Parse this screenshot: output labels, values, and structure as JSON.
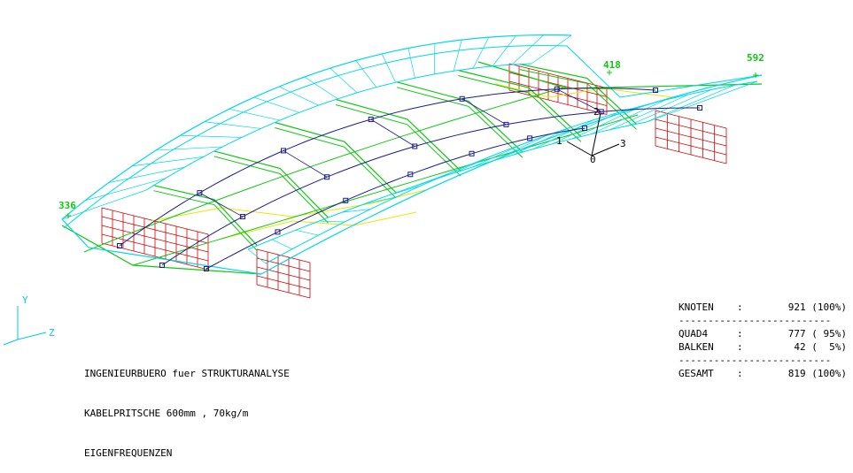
{
  "colors": {
    "shell": "#00d8e8",
    "frame": "#10c810",
    "support": "#d00000",
    "cable": "#1c1c90",
    "yellow": "#e8e800",
    "node_label": "#10c810",
    "axis": "#00c8e8",
    "text": "#000000"
  },
  "node_labels": [
    {
      "id": "node-336",
      "text": "336"
    },
    {
      "id": "node-418",
      "text": "418"
    },
    {
      "id": "node-592",
      "text": "592"
    }
  ],
  "local_axes": {
    "origin": "0",
    "a1": "1",
    "a2": "2",
    "a3": "3"
  },
  "global_axes": {
    "y": "Y",
    "z": "Z"
  },
  "info_lines": [
    "INGENIEURBUERO fuer STRUKTURANALYSE",
    "KABELPRITSCHE 600mm , 70kg/m",
    "EIGENFREQUENZEN"
  ],
  "stats": {
    "knoten": {
      "label": "KNOTEN",
      "colon": ":",
      "value": "921 (100%)"
    },
    "sep1": "--------------------------",
    "quad4": {
      "label": "QUAD4",
      "colon": ":",
      "value": "777 ( 95%)"
    },
    "balken": {
      "label": "BALKEN",
      "colon": ":",
      "value": "42 (  5%)"
    },
    "sep2": "--------------------------",
    "gesamt": {
      "label": "GESAMT",
      "colon": ":",
      "value": "819 (100%)"
    }
  }
}
